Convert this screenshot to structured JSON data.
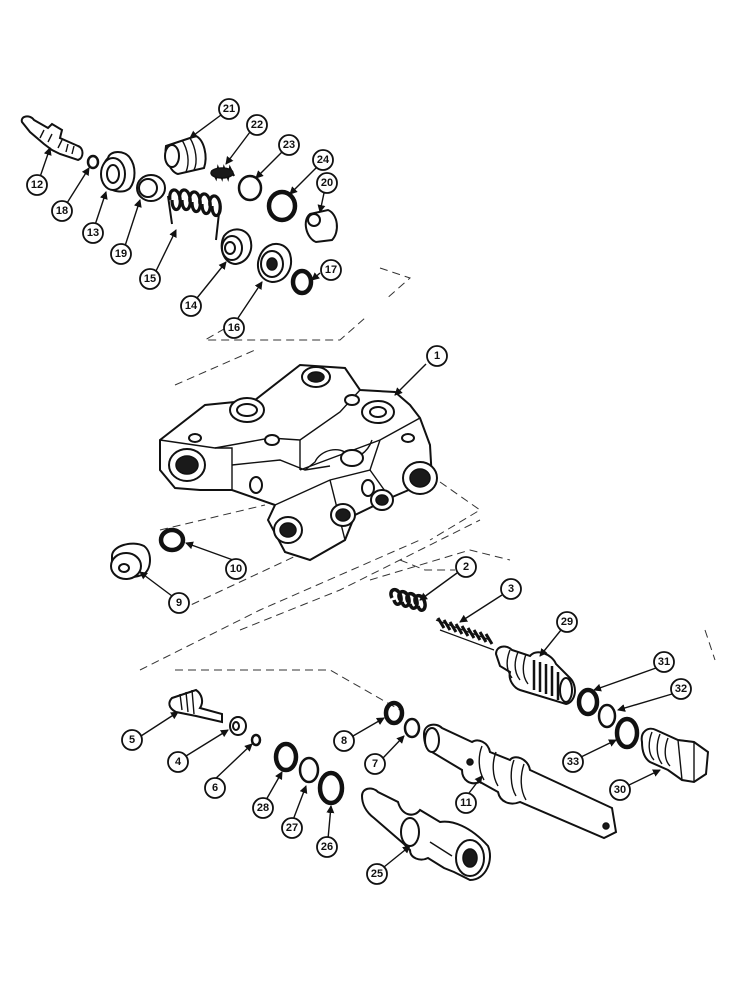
{
  "diagram": {
    "callouts": [
      "1",
      "2",
      "3",
      "4",
      "5",
      "6",
      "7",
      "8",
      "9",
      "10",
      "11",
      "12",
      "13",
      "14",
      "15",
      "16",
      "17",
      "18",
      "19",
      "20",
      "21",
      "22",
      "23",
      "24",
      "25",
      "26",
      "27",
      "28",
      "29",
      "30",
      "31",
      "32",
      "33"
    ]
  },
  "colors": {
    "ink": "#111111",
    "background": "#ffffff"
  }
}
